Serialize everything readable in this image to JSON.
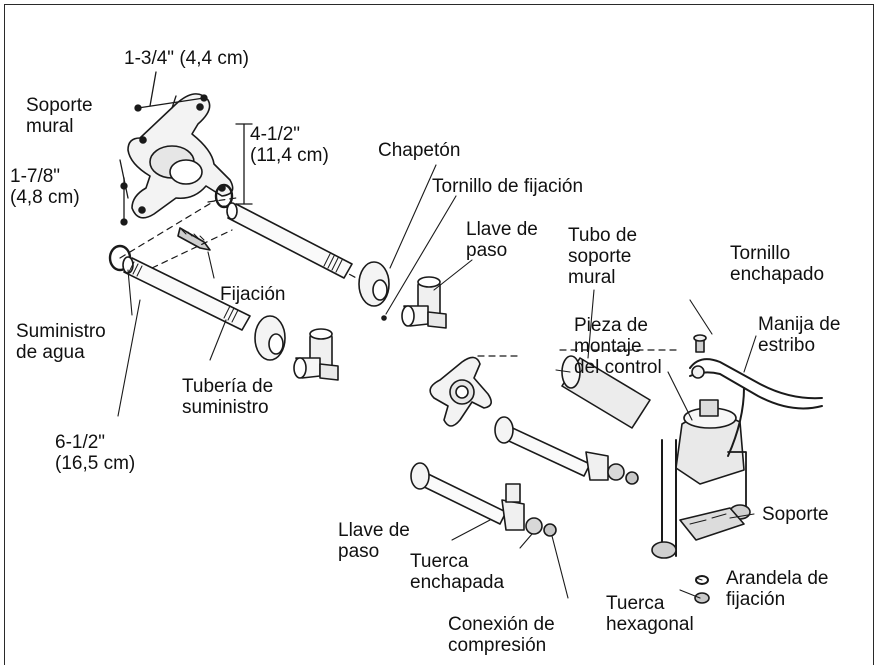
{
  "labels": {
    "dim_bracket_width": "1-3/4\" (4,4 cm)",
    "soporte_mural": [
      "Soporte",
      "mural"
    ],
    "dim_bracket_height": [
      "4-1/2\"",
      "(11,4 cm)"
    ],
    "dim_bracket_offset": [
      "1-7/8\"",
      "(4,8 cm)"
    ],
    "chapeton": "Chapetón",
    "tornillo_fijacion": "Tornillo de fijación",
    "llave_paso_top": [
      "Llave de",
      "paso"
    ],
    "tubo_soporte": [
      "Tubo de",
      "soporte",
      "mural"
    ],
    "tornillo_enchapado": [
      "Tornillo",
      "enchapado"
    ],
    "fijacion": "Fijación",
    "suministro_agua": [
      "Suministro",
      "de agua"
    ],
    "pieza_montaje": [
      "Pieza de",
      "montaje",
      "del control"
    ],
    "manija_estribo": [
      "Manija de",
      "estribo"
    ],
    "tuberia_suministro": [
      "Tubería de",
      "suministro"
    ],
    "dim_pipe_length": [
      "6-1/2\"",
      "(16,5 cm)"
    ],
    "soporte": "Soporte",
    "llave_paso_bottom": [
      "Llave de",
      "paso"
    ],
    "tuerca_enchapada": [
      "Tuerca",
      "enchapada"
    ],
    "arandela_fijacion": [
      "Arandela de",
      "fijación"
    ],
    "tuerca_hexagonal": [
      "Tuerca",
      "hexagonal"
    ],
    "conexion_compresion": [
      "Conexión de",
      "compresión"
    ]
  }
}
